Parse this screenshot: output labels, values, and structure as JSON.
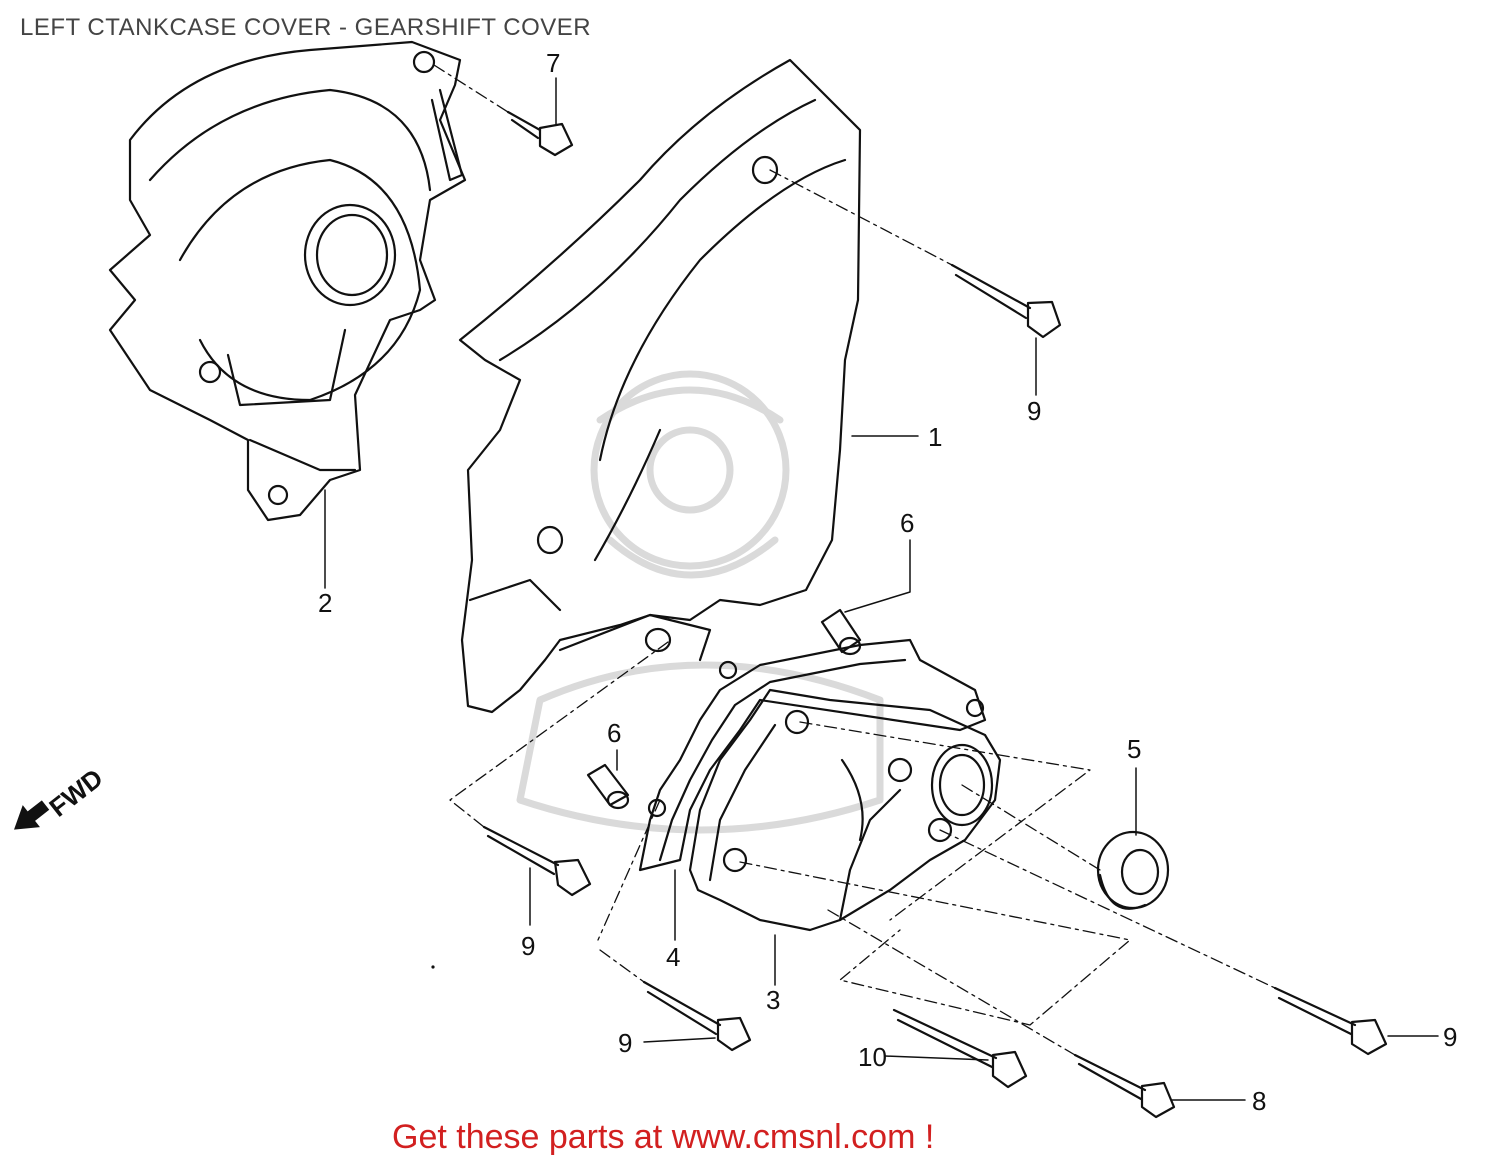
{
  "header": {
    "title": "LEFT CTANKCASE COVER - GEARSHIFT COVER"
  },
  "callouts": {
    "c1": "1",
    "c2": "2",
    "c3": "3",
    "c4": "4",
    "c5": "5",
    "c6a": "6",
    "c6b": "6",
    "c7": "7",
    "c8": "8",
    "c9a": "9",
    "c9b": "9",
    "c9c": "9",
    "c9d": "9",
    "c10": "10"
  },
  "direction_marker": {
    "label": "FWD"
  },
  "footer": {
    "text": "Get these parts at www.cmsnl.com !",
    "color": "#d22020"
  },
  "colors": {
    "line": "#111111",
    "watermark": "#d9d9d9"
  }
}
